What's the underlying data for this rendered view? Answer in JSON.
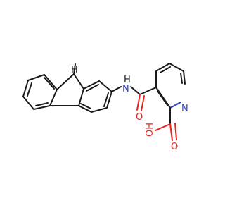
{
  "molecule": {
    "atom_labels": {
      "nh": "H",
      "nh_n": "N",
      "ring_n": "N",
      "carbonyl_o": "O",
      "acid_o": "O",
      "acid_oh": "OH"
    },
    "colors": {
      "carbon": "#1a1a1a",
      "nitrogen": "#2a3fd6",
      "oxygen": "#e8201c",
      "background": "#ffffff"
    }
  }
}
